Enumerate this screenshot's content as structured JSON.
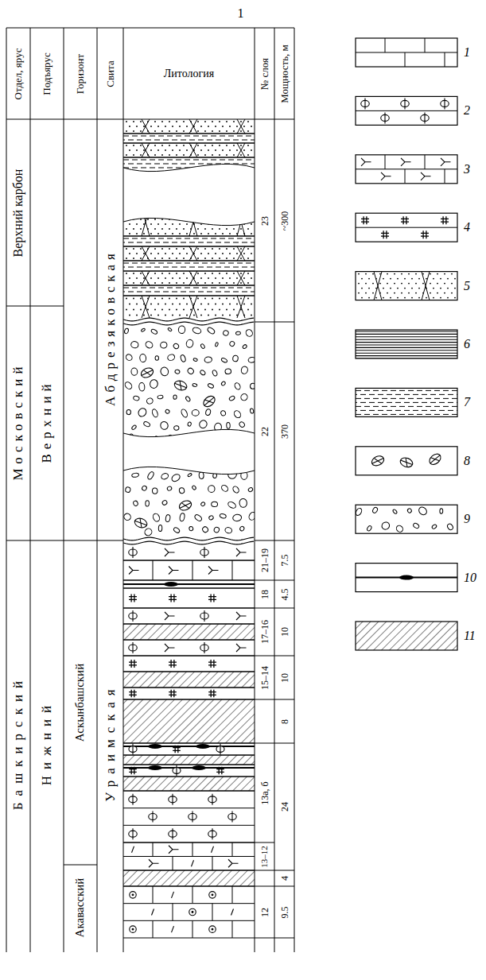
{
  "diagram": {
    "labels": [
      "1",
      "Отдел, ярус",
      "Подъярус",
      "Горизонт",
      "Свита",
      "Литология",
      "№ слоя",
      "Мощность, м",
      "Верхний карбон",
      "Московский",
      "Башкирский",
      "Верхний",
      "Нижний",
      "Аскынбашский",
      "Акавасский",
      "Абдрезяковская",
      "Ураимская",
      "23",
      "~300",
      "22",
      "370",
      "21–19",
      "7.5",
      "18",
      "4.5",
      "17–16",
      "10",
      "15–14",
      "10",
      "8",
      "13а, б",
      "24",
      "13–12",
      "4",
      "12",
      "9.5"
    ],
    "legend": [
      {
        "text": "1"
      },
      {
        "text": "2"
      },
      {
        "text": "3"
      },
      {
        "text": "4"
      },
      {
        "text": "5"
      },
      {
        "text": "6"
      },
      {
        "text": "7"
      },
      {
        "text": "8"
      },
      {
        "text": "9"
      },
      {
        "text": "10"
      },
      {
        "text": "11"
      }
    ]
  }
}
